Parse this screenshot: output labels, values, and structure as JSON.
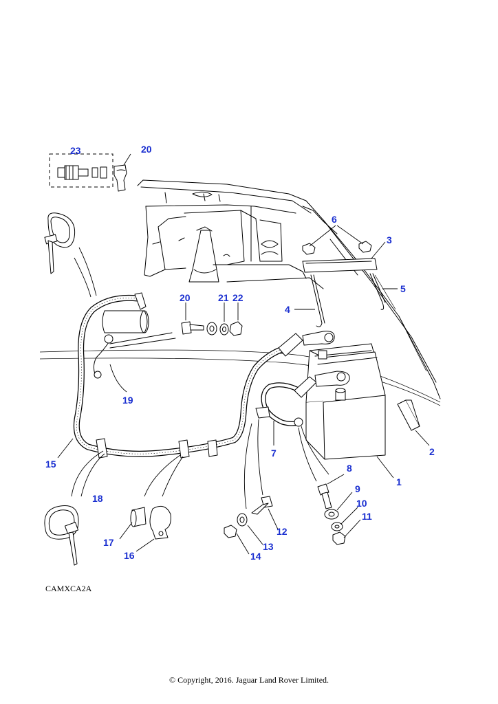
{
  "diagram": {
    "code": "CAMXCA2A",
    "copyright": "© Copyright, 2016. Jaguar Land Rover Limited.",
    "callouts": [
      {
        "id": "c1",
        "label": "1"
      },
      {
        "id": "c2",
        "label": "2"
      },
      {
        "id": "c3",
        "label": "3"
      },
      {
        "id": "c4",
        "label": "4"
      },
      {
        "id": "c5",
        "label": "5"
      },
      {
        "id": "c6",
        "label": "6"
      },
      {
        "id": "c7",
        "label": "7"
      },
      {
        "id": "c8",
        "label": "8"
      },
      {
        "id": "c9",
        "label": "9"
      },
      {
        "id": "c10",
        "label": "10"
      },
      {
        "id": "c11",
        "label": "11"
      },
      {
        "id": "c12",
        "label": "12"
      },
      {
        "id": "c13",
        "label": "13"
      },
      {
        "id": "c14",
        "label": "14"
      },
      {
        "id": "c15",
        "label": "15"
      },
      {
        "id": "c16",
        "label": "16"
      },
      {
        "id": "c17",
        "label": "17"
      },
      {
        "id": "c18",
        "label": "18"
      },
      {
        "id": "c19",
        "label": "19"
      },
      {
        "id": "c20a",
        "label": "20"
      },
      {
        "id": "c20b",
        "label": "20"
      },
      {
        "id": "c21",
        "label": "21"
      },
      {
        "id": "c22",
        "label": "22"
      },
      {
        "id": "c23",
        "label": "23"
      }
    ]
  }
}
